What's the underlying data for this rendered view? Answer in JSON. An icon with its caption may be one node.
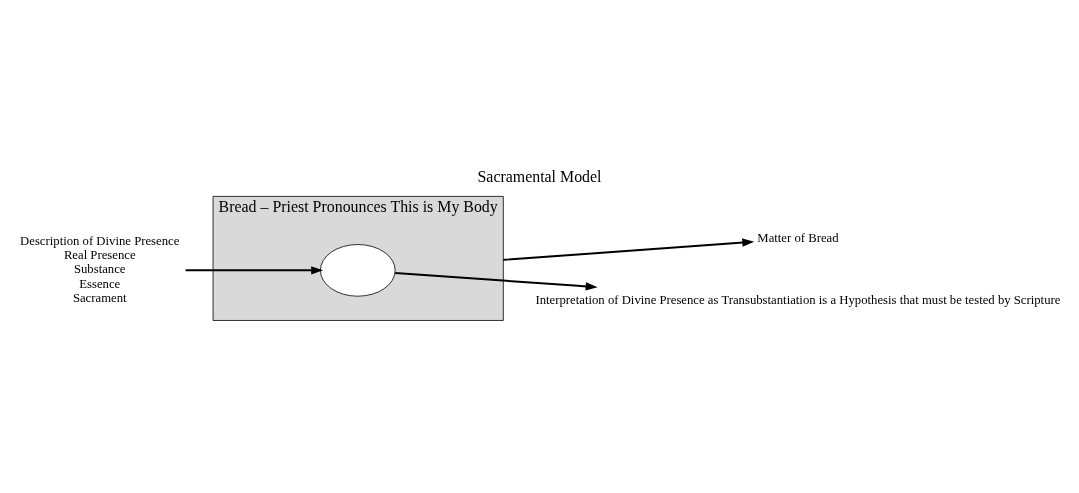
{
  "diagram": {
    "title": "Sacramental Model",
    "nodes": [
      {
        "text": [
          "Description of Divine Presence",
          "Real Presence",
          "Substance",
          "Essence",
          "Sacrament"
        ]
      },
      {
        "text": [
          "Bread – Priest Pronounces This is My Body"
        ]
      },
      {
        "text": [],
        "shape": "ellipse",
        "in": 1
      },
      {
        "text": [
          "Matter of Bread"
        ]
      },
      {
        "text": [
          "Interpretation of Divine Presence as Transubstantiation is a Hypothesis that must be tested by Scripture"
        ]
      }
    ],
    "edges": [
      {
        "from": 0,
        "to": 2,
        "arrow": "to"
      },
      {
        "from": 1,
        "to": 3,
        "arrow": "to"
      },
      {
        "from": 2,
        "to": 4,
        "arrow": "to"
      }
    ]
  }
}
